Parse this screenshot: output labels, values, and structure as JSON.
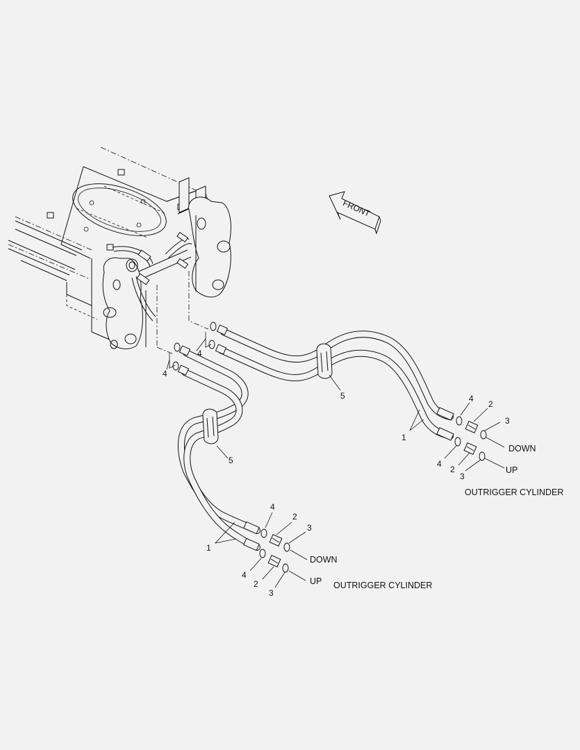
{
  "diagram": {
    "front_arrow_label": "FRONT",
    "right_assembly": {
      "caption": "OUTRIGGER CYLINDER",
      "port_top": "DOWN",
      "port_bottom": "UP",
      "callouts": {
        "hose": "1",
        "adapter_top": "2",
        "adapter_bottom": "2",
        "oring_out_top": "3",
        "oring_out_bottom": "3",
        "oring_in_top": "4",
        "oring_in_bottom": "4",
        "clamp": "5"
      }
    },
    "left_assembly": {
      "caption": "OUTRIGGER CYLINDER",
      "port_top": "DOWN",
      "port_bottom": "UP",
      "callouts": {
        "hose": "1",
        "adapter_top": "2",
        "adapter_bottom": "2",
        "oring_out_top": "3",
        "oring_out_bottom": "3",
        "oring_in_top": "4",
        "oring_in_bottom": "4",
        "clamp": "5"
      }
    },
    "frame_callouts": {
      "oring_right": "4",
      "oring_left": "4"
    }
  }
}
